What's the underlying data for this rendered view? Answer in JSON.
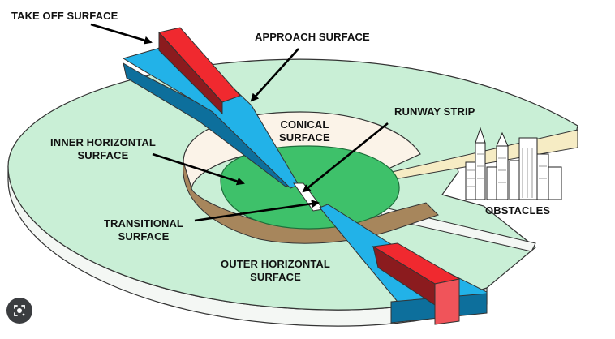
{
  "diagram": {
    "labels": {
      "take_off": "TAKE OFF SURFACE",
      "approach": "APPROACH SURFACE",
      "conical_line1": "CONICAL",
      "conical_line2": "SURFACE",
      "runway_strip": "RUNWAY STRIP",
      "inner_line1": "INNER HORIZONTAL",
      "inner_line2": "SURFACE",
      "transitional_line1": "TRANSITIONAL",
      "transitional_line2": "SURFACE",
      "obstacles": "OBSTACLES",
      "outer_line1": "OUTER HORIZONTAL",
      "outer_line2": "SURFACE"
    },
    "colors": {
      "outer_surface": "#c9efd6",
      "outer_rim": "#f4f7f4",
      "conical": "#fbf3e8",
      "conical_shadow": "#a7865c",
      "inner_horizontal": "#3ec16a",
      "approach_blue": "#22b2e8",
      "approach_blue_dark": "#0d6f9c",
      "take_off_red": "#f0292f",
      "take_off_red_dark": "#8b1b1e",
      "wedge_cream": "#f6ecc4",
      "arrow": "#000000"
    }
  },
  "visual_search": {
    "icon": "lens-icon"
  }
}
